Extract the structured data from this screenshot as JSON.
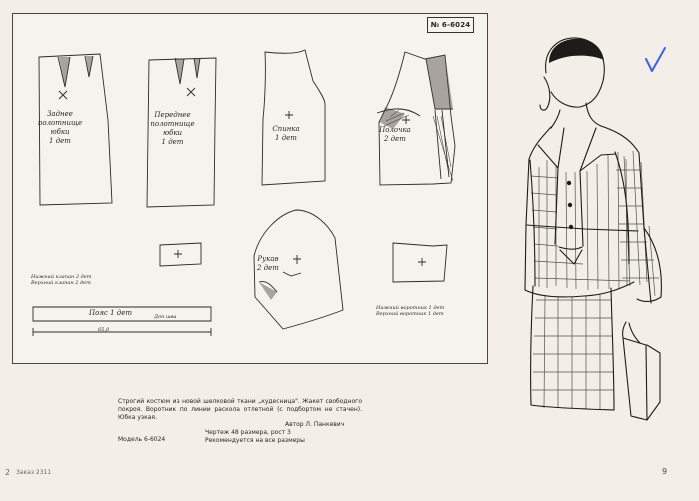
{
  "model_box": "№ 6-6024",
  "pieces": {
    "back_skirt": "Заднее полотнище юбки",
    "back_skirt_cut": "1 дет",
    "front_skirt": "Переднее полотнище юбки",
    "front_skirt_cut": "1 дет",
    "back": "Спинка",
    "back_cut": "1 дет",
    "front": "Полочка",
    "front_cut": "2 дет",
    "sleeve": "Рукав",
    "sleeve_cut": "2 дет",
    "belt": "Пояс",
    "belt_cut": "1 дет",
    "belt_note": "Доп шва",
    "belt_length": "65,0"
  },
  "notes": {
    "pocket": "Нижний клапан 2 дет",
    "pocket2": "Верхний клапан 2 дет",
    "collar": "Нижний воротник 1 дет",
    "collar2": "Верхний воротник 1 дет"
  },
  "description": "Строгий костюм из новой шелковой ткани „кудесница\". Жакет свободного покроя. Воротник по линии раскола отлетной (с подбортом не стачен). Юбка узкая.",
  "author": "Автор Л. Панкевич",
  "model": "Модель 6-6024",
  "chart": "Чертеж 48 размера, рост 3",
  "recommend": "Рекомендуется на все размеры",
  "footer": {
    "left_page": "2",
    "order": "Заказ 2311",
    "right_page": "9"
  }
}
